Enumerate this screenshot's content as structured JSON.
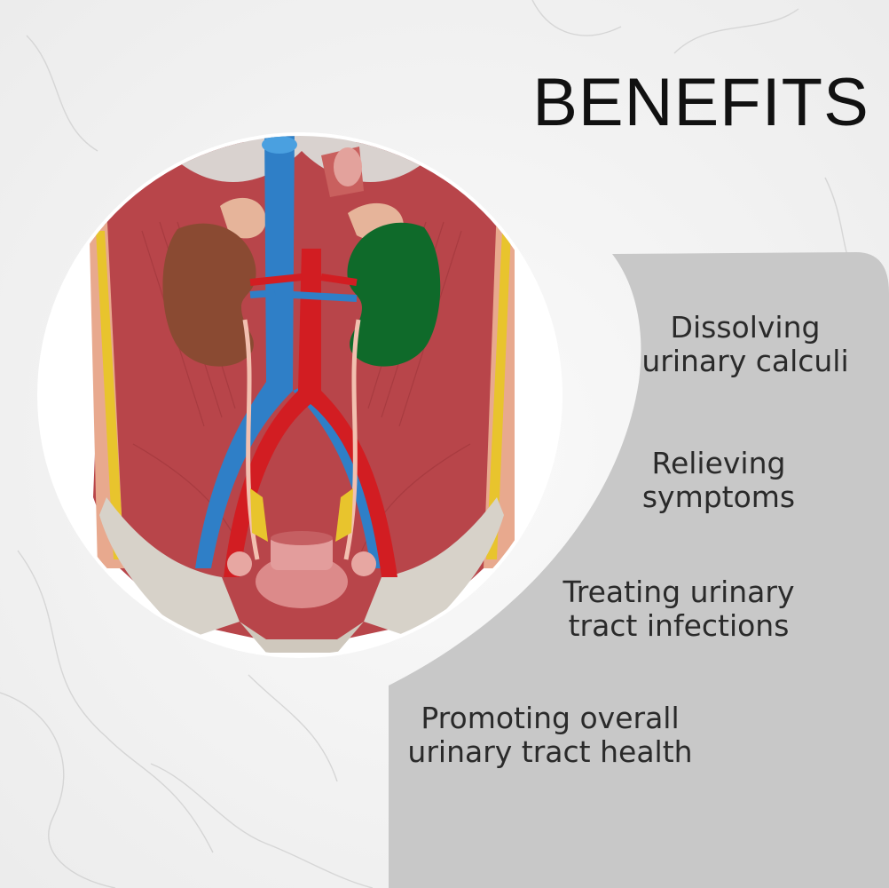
{
  "title": "BENEFITS",
  "benefits": [
    {
      "text": "Dissolving\nurinary calculi"
    },
    {
      "text": "Relieving\nsymptoms"
    },
    {
      "text": "Treating urinary\ntract infections"
    },
    {
      "text": "Promoting overall\nurinary tract health"
    }
  ],
  "illustration": {
    "subject": "urinary-system-anatomy-icon",
    "colors": {
      "muscle": "#b8454a",
      "aorta": "#d21d22",
      "vena_cava": "#2f7fc7",
      "left_kidney": "#8a4a32",
      "right_kidney": "#0f6a2a",
      "adrenal": "#e6b49a",
      "bone": "#d7d2c9",
      "fat": "#e8c42d"
    }
  },
  "colors": {
    "background": "#f4f4f4",
    "arc_panel": "#c8c8c8",
    "title": "#111111",
    "text": "#2a2a2a"
  }
}
